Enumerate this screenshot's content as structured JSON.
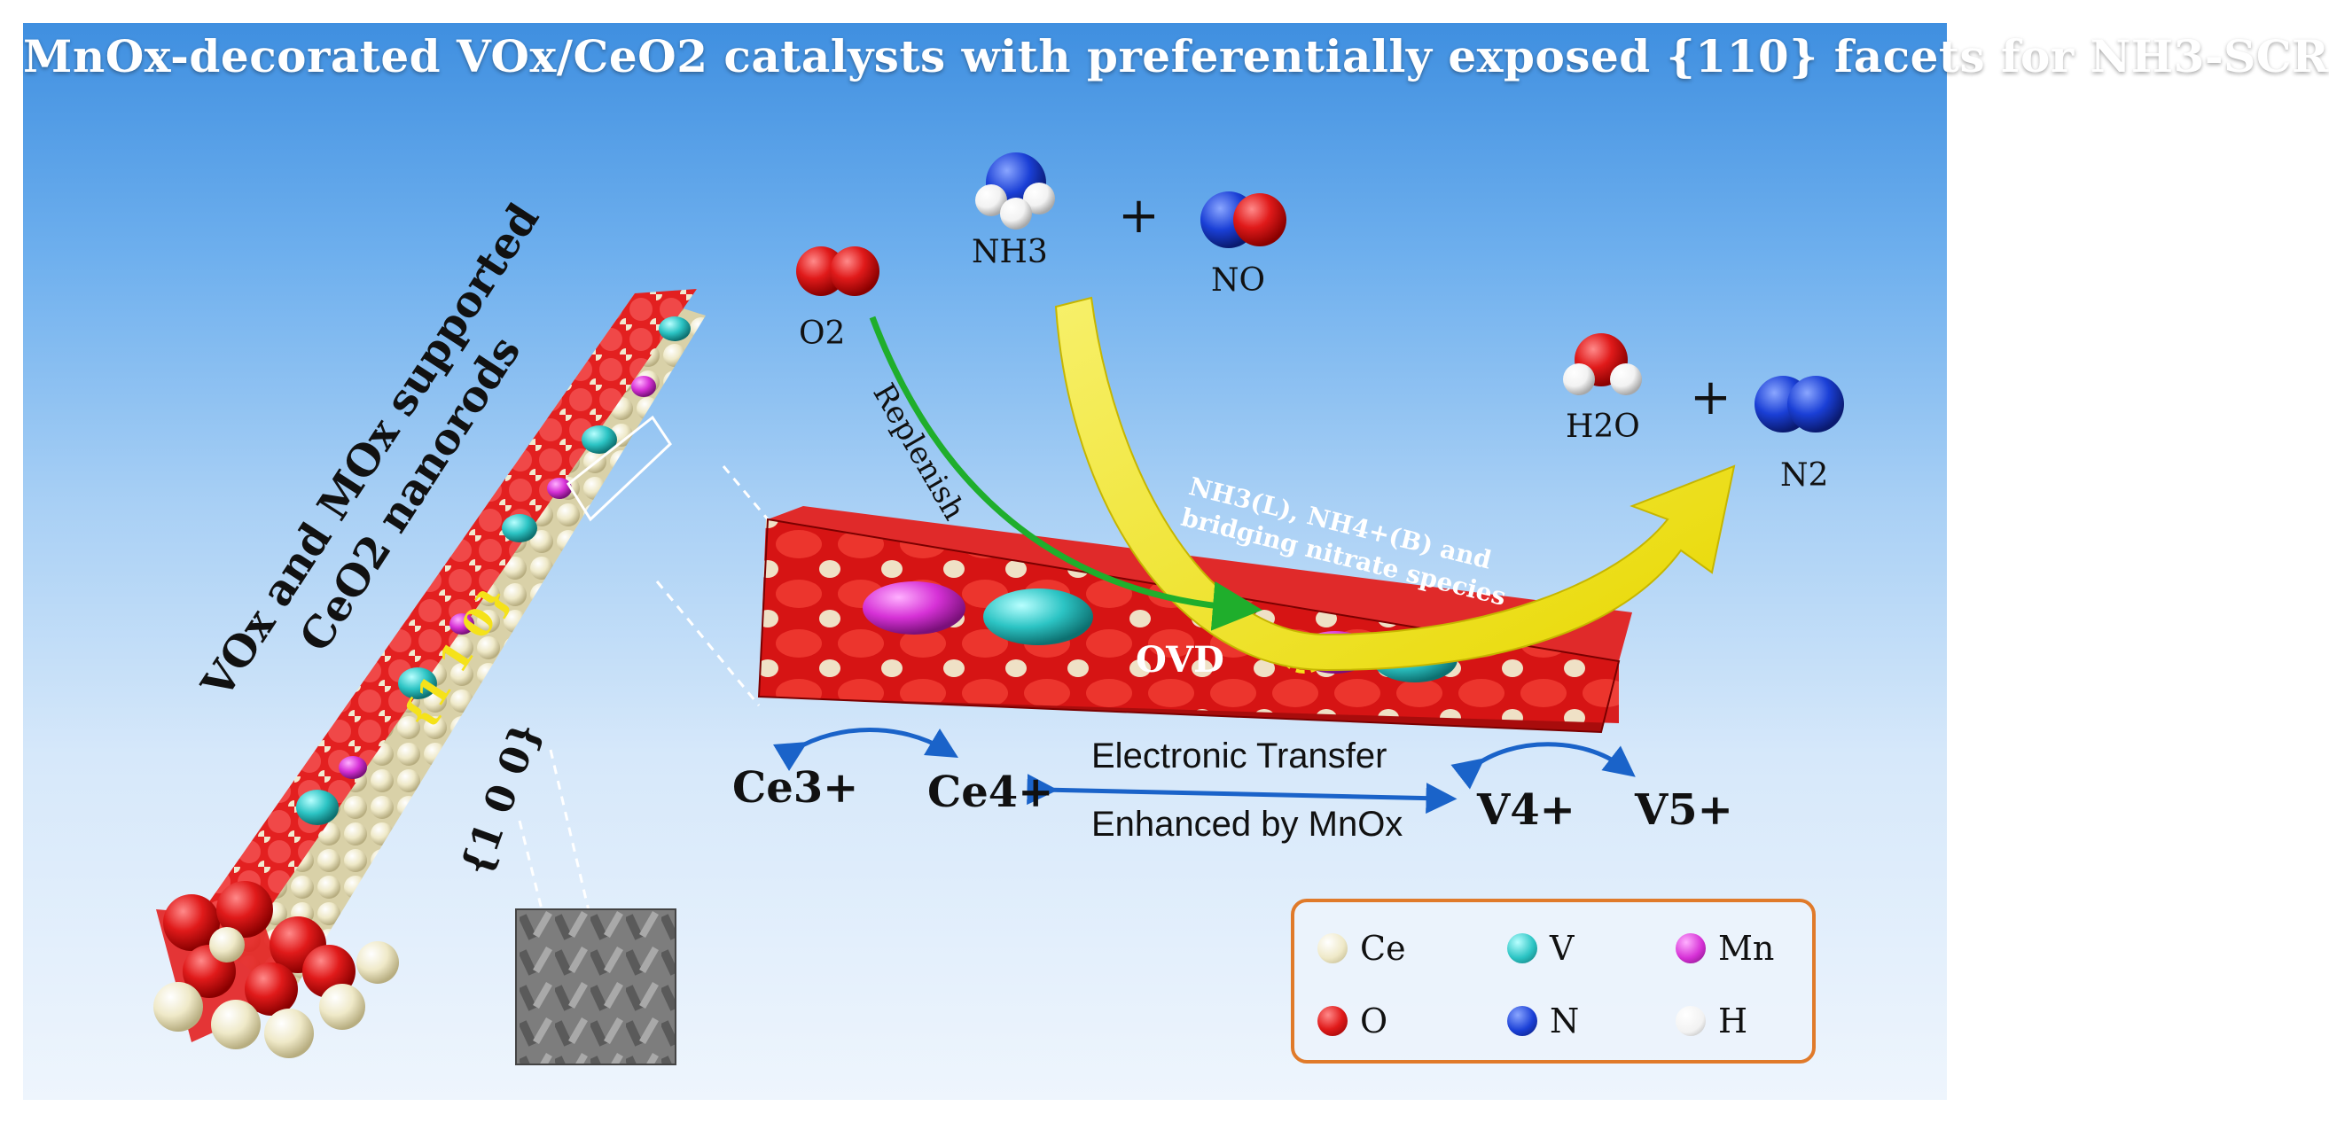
{
  "title": "MnOx-decorated VOx/CeO2 catalysts with preferentially exposed {110} facets for NH3-SCR",
  "nanorod_label": {
    "line1": "VOx and MOx supported",
    "line2": "CeO2 nanorods"
  },
  "facet_110": "{1 1 0}",
  "facet_100": "{1 0 0}",
  "molecules": {
    "o2": "O2",
    "nh3": "NH3",
    "no": "NO",
    "h2o": "H2O",
    "n2": "N2",
    "plus": "+"
  },
  "replenish": "Replenish",
  "species": {
    "line1": "NH3(L), NH4+(B) and",
    "line2": "bridging nitrate species"
  },
  "ovd": "OVD",
  "ions": {
    "ce3": "Ce3+",
    "ce4": "Ce4+",
    "v4": "V4+",
    "v5": "V5+"
  },
  "electron_transfer": {
    "line1": "Electronic Transfer",
    "line2": "Enhanced by MnOx"
  },
  "legend": [
    {
      "symbol": "Ce",
      "color": "#efe9c8"
    },
    {
      "symbol": "V",
      "color": "#2cc4c4"
    },
    {
      "symbol": "Mn",
      "color": "#d631d6"
    },
    {
      "symbol": "O",
      "color": "#e01a1a"
    },
    {
      "symbol": "N",
      "color": "#1a3fd6"
    },
    {
      "symbol": "H",
      "color": "#f2f2f2"
    }
  ]
}
